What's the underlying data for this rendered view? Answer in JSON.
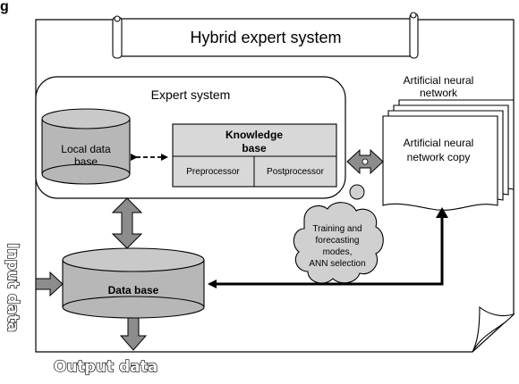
{
  "diagram": {
    "corner_fragment": "g",
    "scroll_title": "Hybrid expert system",
    "expert_system": {
      "title": "Expert system",
      "local_db": [
        "Local data",
        "base"
      ],
      "knowledge_base": [
        "Knowledge",
        "base"
      ],
      "preprocessor": "Preprocessor",
      "postprocessor": "Postprocessor"
    },
    "ann": {
      "title": [
        "Artificial neural",
        "network"
      ],
      "copy": [
        "Artificial neural",
        "network copy"
      ]
    },
    "cloud": [
      "Training and",
      "forecasting",
      "modes,",
      "ANN selection"
    ],
    "database": "Data base",
    "input_label": "Input data",
    "output_label": "Output data"
  }
}
